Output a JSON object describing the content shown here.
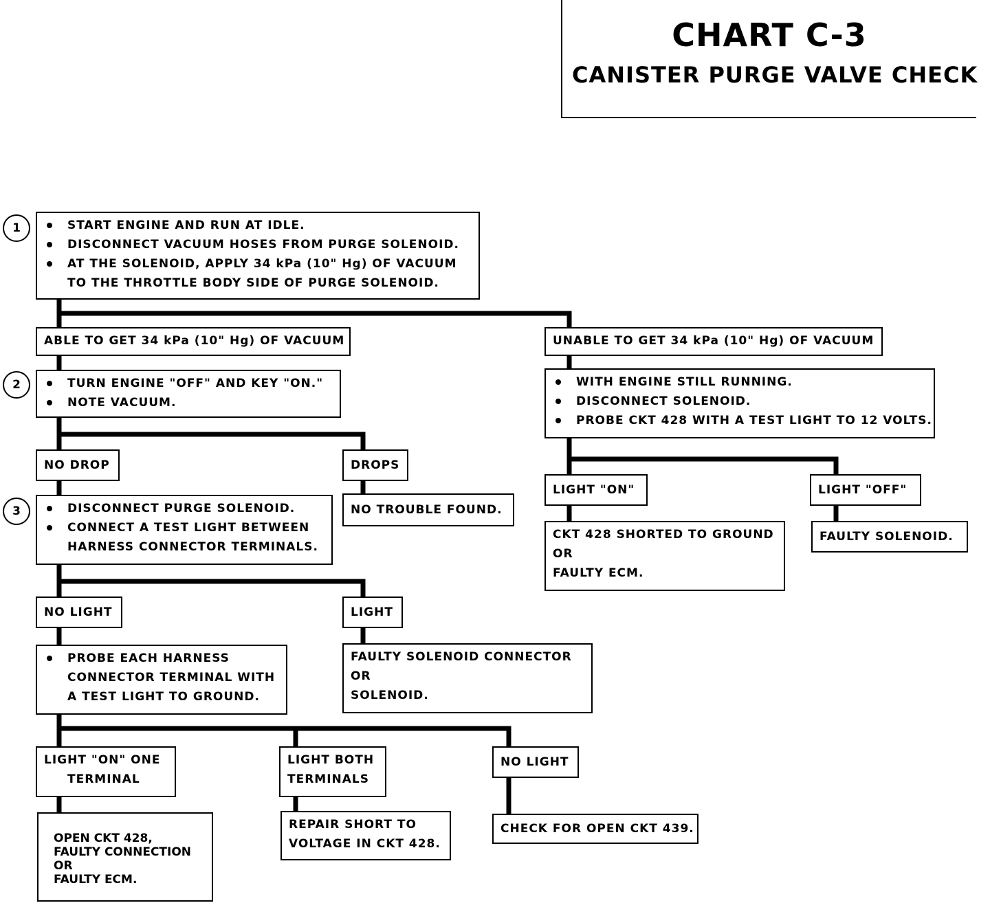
{
  "title": {
    "main": "CHART C-3",
    "sub": "CANISTER PURGE VALVE CHECK"
  },
  "steps": [
    "1",
    "2",
    "3"
  ],
  "box1": {
    "bullets": [
      "START ENGINE AND RUN AT IDLE.",
      "DISCONNECT VACUUM HOSES FROM PURGE SOLENOID.",
      "AT THE SOLENOID, APPLY 34 kPa (10\" Hg) OF VACUUM"
    ],
    "continuation": "TO THE THROTTLE BODY SIDE OF PURGE SOLENOID."
  },
  "able_vacuum": "ABLE TO GET 34 kPa (10\" Hg) OF VACUUM",
  "unable_vacuum": "UNABLE TO GET 34 kPa (10\" Hg) OF VACUUM",
  "box2": {
    "bullets": [
      "TURN ENGINE \"OFF\" AND KEY \"ON.\"",
      "NOTE VACUUM."
    ]
  },
  "no_drop": "NO DROP",
  "drops": "DROPS",
  "no_trouble": "NO TROUBLE FOUND.",
  "box3": {
    "bullets": [
      "DISCONNECT PURGE SOLENOID.",
      "CONNECT A TEST LIGHT BETWEEN"
    ],
    "continuation": "HARNESS CONNECTOR TERMINALS."
  },
  "no_light_1": "NO LIGHT",
  "light_1": "LIGHT",
  "faulty_connector": [
    "FAULTY SOLENOID CONNECTOR",
    "OR",
    "SOLENOID."
  ],
  "box4": {
    "bullets": [
      "PROBE EACH HARNESS"
    ],
    "continuation": [
      "CONNECTOR TERMINAL WITH",
      "A TEST LIGHT TO GROUND."
    ]
  },
  "light_on_one": [
    "LIGHT \"ON\" ONE",
    "TERMINAL"
  ],
  "light_both": [
    "LIGHT BOTH",
    "TERMINALS"
  ],
  "no_light_2": "NO LIGHT",
  "open_ckt_428": [
    "OPEN CKT 428,",
    "FAULTY CONNECTION",
    "OR",
    "FAULTY ECM."
  ],
  "repair_short": [
    "REPAIR SHORT TO",
    "VOLTAGE IN CKT 428."
  ],
  "check_open_439": "CHECK FOR OPEN CKT 439.",
  "box_unable": {
    "bullets": [
      "WITH ENGINE STILL RUNNING.",
      "DISCONNECT SOLENOID.",
      "PROBE CKT 428 WITH A TEST LIGHT TO 12 VOLTS."
    ]
  },
  "light_on": "LIGHT \"ON\"",
  "light_off": "LIGHT \"OFF\"",
  "ckt_shorted": [
    "CKT 428 SHORTED TO GROUND",
    "OR",
    "FAULTY ECM."
  ],
  "faulty_solenoid": "FAULTY SOLENOID.",
  "colors": {
    "line": "#000000",
    "background": "#ffffff"
  }
}
